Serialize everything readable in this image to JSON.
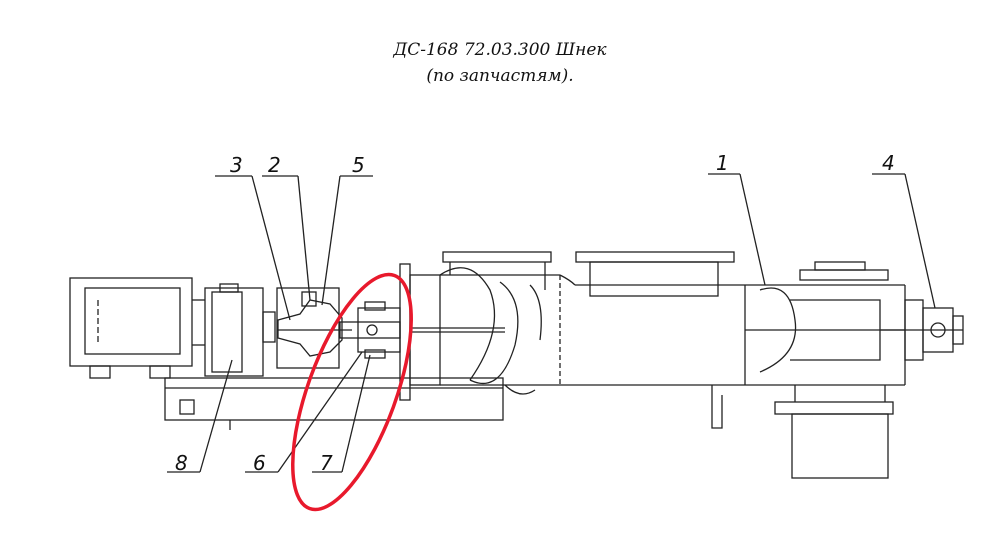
{
  "title": {
    "line1": "ДС-168 72.03.300 Шнек",
    "line2": "(по запчастям)."
  },
  "callouts": {
    "c1": "1",
    "c2": "2",
    "c3": "3",
    "c4": "4",
    "c5": "5",
    "c6": "6",
    "c7": "7",
    "c8": "8"
  },
  "colors": {
    "line": "#222222",
    "highlight": "#e8192c"
  }
}
